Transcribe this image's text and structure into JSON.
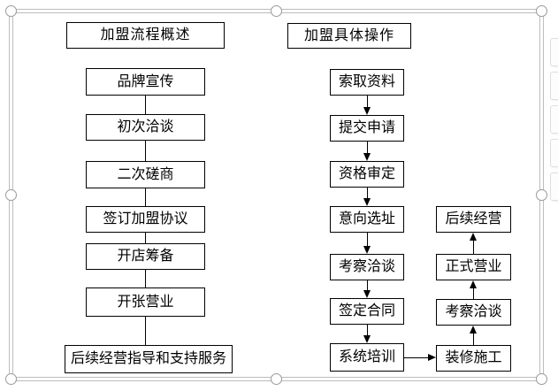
{
  "canvas": {
    "type": "flowchart-drawing-selected",
    "colors": {
      "box_border": "#000000",
      "box_fill": "#ffffff",
      "selection_frame": "#bdbdbd",
      "handle_stroke": "#9a9a9a"
    }
  },
  "left_flow": {
    "title": "加盟流程概述",
    "steps": [
      "品牌宣传",
      "初次洽谈",
      "二次磋商",
      "签订加盟协议",
      "开店筹备",
      "开张营业",
      "后续经营指导和支持服务"
    ]
  },
  "right_flow": {
    "title": "加盟具体操作",
    "main_steps": [
      "索取资料",
      "提交申请",
      "资格审定",
      "意向选址",
      "考察洽谈",
      "签定合同",
      "系统培训"
    ],
    "branch_steps": [
      "后续经营",
      "正式营业",
      "考察洽谈",
      "装修施工"
    ]
  }
}
